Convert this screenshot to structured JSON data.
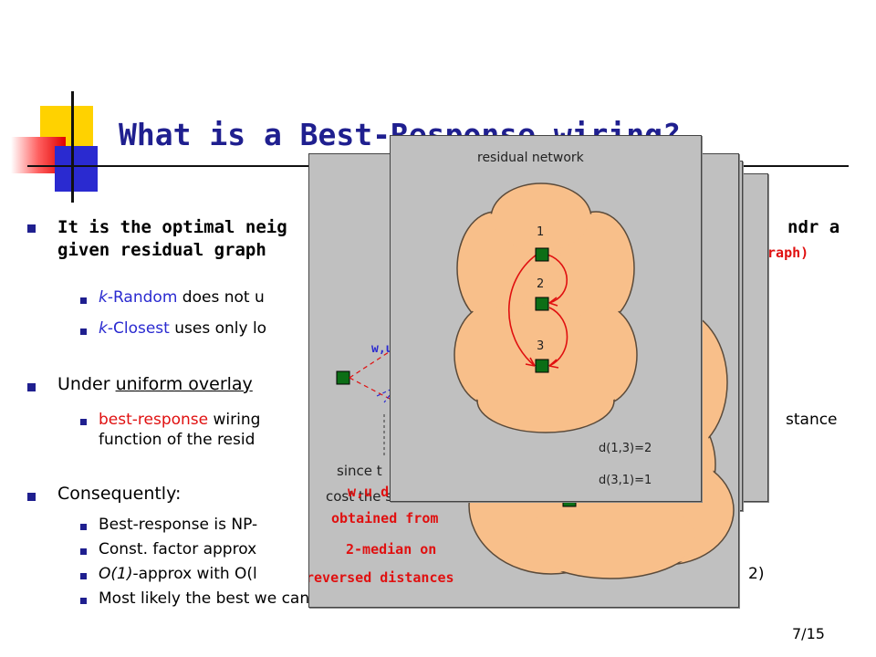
{
  "slide": {
    "title": "What is a Best-Response wiring?",
    "page_number": "7/15"
  },
  "bullets": {
    "b1_line1_start": "It is the optimal neig",
    "b1_line1_end": "ndr a",
    "b1_line2_start": "given residual graph",
    "b1_line2_end": "graph)",
    "b1_sub1_kw": "k",
    "b1_sub1_kw2": "-Random",
    "b1_sub1_rest": " does not u",
    "b1_sub2_kw": "k",
    "b1_sub2_kw2": "-Closest",
    "b1_sub2_rest": " uses only lo",
    "b2_start": "Under ",
    "b2_ul": "uniform overlay",
    "b2_sub_kw": "best-response",
    "b2_sub_rest": " wiring",
    "b2_sub_end": "stance",
    "b2_sub_line2": "function of the resid",
    "b3": "Consequently:",
    "b3_sub1": "Best-response is NP-",
    "b3_sub2": "Const. factor approx",
    "b3_sub3_kw": "O(1)",
    "b3_sub3_a": "-approx with O(l",
    "b3_sub3_b": "2)",
    "b3_sub4": "Most likely the best we can do (Archer, 2003)"
  },
  "overlay": {
    "panel_front_title": "residual network",
    "node_labels": [
      "1",
      "2",
      "3"
    ],
    "dist_1_3": "d(1,3)=2",
    "dist_3_1": "d(3,1)=1",
    "since_text": "since t",
    "cost_text": "cost the same",
    "wu_text": "w,u d",
    "left_label": "w,u",
    "obtained_from": "obtained from",
    "median": "2-median on",
    "reversed": "reversed distances"
  },
  "colors": {
    "title_blue": "#1f1f8f",
    "keyword_blue": "#2a2ad0",
    "accent_red": "#e01010",
    "panel_gray": "#c0c0c0",
    "cloud_orange": "#f8bf8a",
    "node_green": "#0c6e16"
  }
}
